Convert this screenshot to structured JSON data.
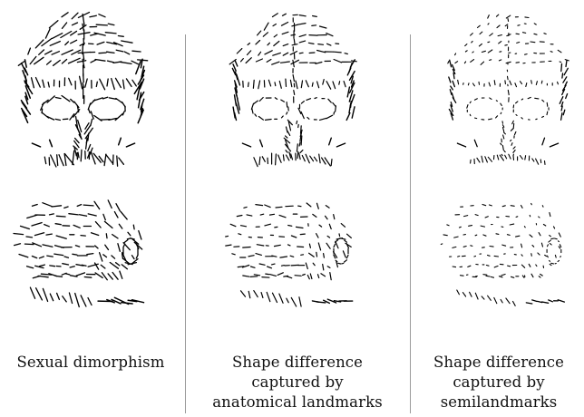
{
  "panels": [
    {
      "caption_lines": [
        "Sexual dimorphism"
      ]
    },
    {
      "caption_lines": [
        "Shape difference",
        "captured by",
        "anatomical landmarks"
      ]
    },
    {
      "caption_lines": [
        "Shape difference",
        "captured by",
        "semilandmarks"
      ]
    }
  ]
}
